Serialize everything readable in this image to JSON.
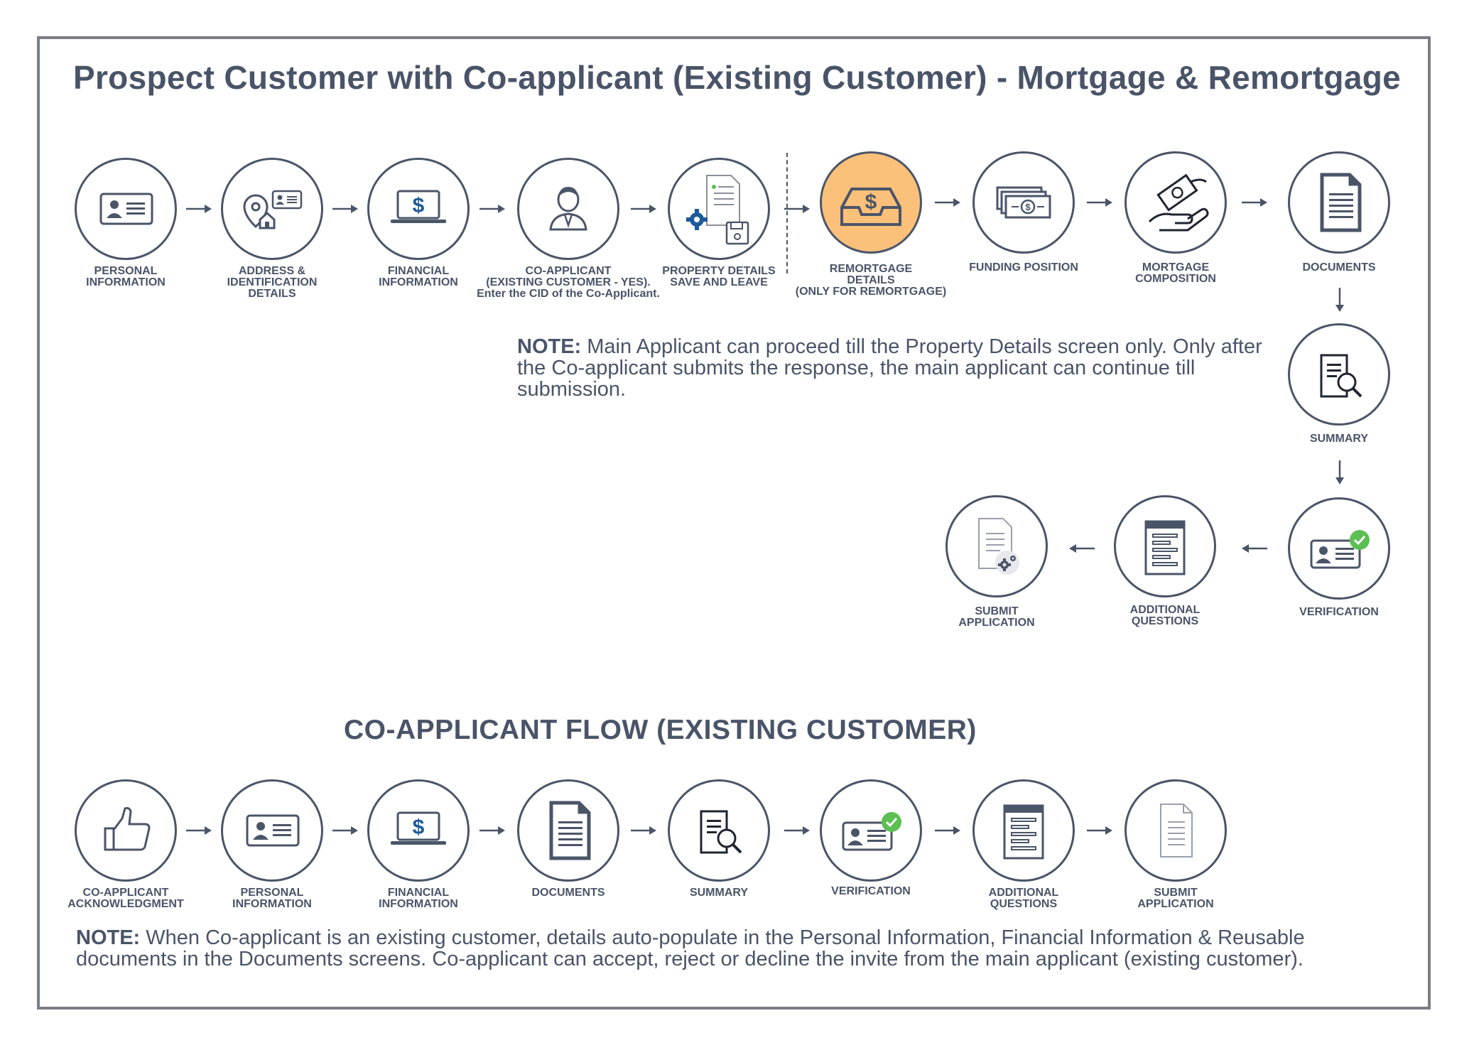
{
  "title": "Prospect Customer with Co-applicant (Existing Customer) - Mortgage & Remortgage",
  "coapplicant_title": "CO-APPLICANT FLOW (EXISTING CUSTOMER)",
  "main_flow": {
    "personal": "PERSONAL\nINFORMATION",
    "address": "ADDRESS &\nIDENTIFICATION\nDETAILS",
    "financial": "FINANCIAL\nINFORMATION",
    "coapplicant": "CO-APPLICANT\n(EXISTING CUSTOMER - YES).\nEnter the CID of the Co-Applicant.",
    "property": "PROPERTY DETAILS\nSAVE AND LEAVE",
    "remortgage": "REMORTGAGE\nDETAILS\n(ONLY FOR REMORTGAGE)",
    "funding": "FUNDING POSITION",
    "composition": "MORTGAGE\nCOMPOSITION",
    "documents": "DOCUMENTS",
    "summary": "SUMMARY",
    "verification": "VERIFICATION",
    "additional": "ADDITIONAL\nQUESTIONS",
    "submit": "SUBMIT\nAPPLICATION"
  },
  "co_flow": {
    "acknowledgment": "CO-APPLICANT\nACKNOWLEDGMENT",
    "personal": "PERSONAL\nINFORMATION",
    "financial": "FINANCIAL\nINFORMATION",
    "documents": "DOCUMENTS",
    "summary": "SUMMARY",
    "verification": "VERIFICATION",
    "additional": "ADDITIONAL\nQUESTIONS",
    "submit": "SUBMIT\nAPPLICATION"
  },
  "note_main": {
    "prefix": "NOTE:",
    "text": " Main Applicant can proceed till the Property Details screen only. Only after the Co-applicant submits the response, the main applicant can continue till submission."
  },
  "note_co": {
    "prefix": "NOTE:",
    "text": " When Co-applicant is an existing customer, details auto-populate in the Personal Information, Financial Information & Reusable documents in the Documents screens. Co-applicant can accept, reject or decline the invite from the main applicant (existing customer)."
  },
  "colors": {
    "ink": "#4a5468",
    "highlight": "#fbc17a",
    "accent_blue": "#1c5a99",
    "check_green": "#5cbf53"
  },
  "icons": {
    "personal": "id-card-icon",
    "address": "location-home-icon",
    "financial": "laptop-dollar-icon",
    "coapplicant": "person-icon",
    "property": "document-gear-save-icon",
    "remortgage": "inbox-dollar-icon",
    "funding": "cash-stack-icon",
    "composition": "hand-money-icon",
    "documents": "document-icon",
    "summary": "document-search-icon",
    "verification": "id-card-check-icon",
    "additional": "form-list-icon",
    "submit": "document-gear-icon",
    "acknowledgment": "thumbs-up-icon"
  }
}
